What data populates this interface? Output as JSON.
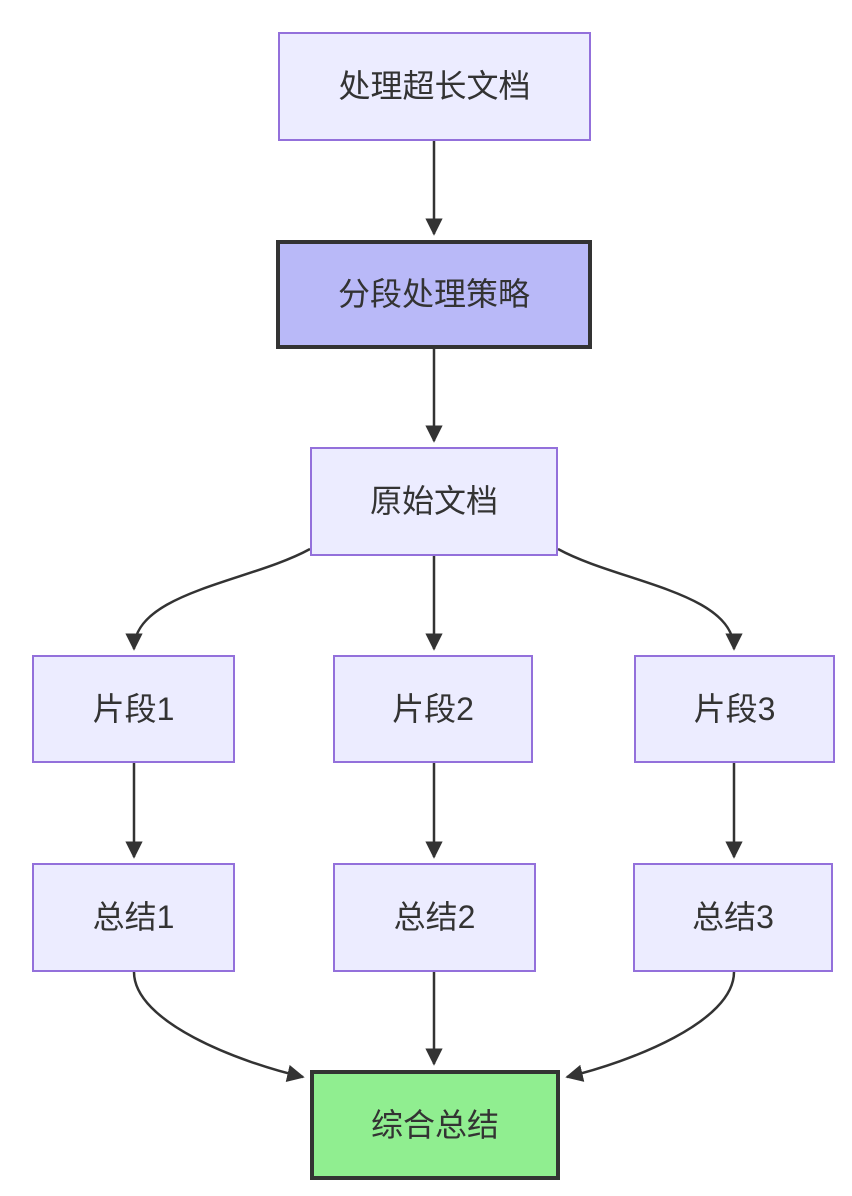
{
  "diagram": {
    "type": "flowchart",
    "direction": "top-down",
    "background_color": "#ffffff",
    "colors": {
      "default_node_fill": "#ececff",
      "default_node_border": "#9370db",
      "emphasis_node_fill": "#b9b9f8",
      "emphasis_node_border": "#333333",
      "final_node_fill": "#90ee90",
      "final_node_border": "#333333",
      "edge_color": "#333333",
      "text_color": "#333333"
    },
    "nodes": {
      "task": {
        "label": "处理超长文档",
        "style": "default"
      },
      "strategy": {
        "label": "分段处理策略",
        "style": "emphasis"
      },
      "source": {
        "label": "原始文档",
        "style": "default"
      },
      "chunk1": {
        "label": "片段1",
        "style": "default"
      },
      "chunk2": {
        "label": "片段2",
        "style": "default"
      },
      "chunk3": {
        "label": "片段3",
        "style": "default"
      },
      "summary1": {
        "label": "总结1",
        "style": "default"
      },
      "summary2": {
        "label": "总结2",
        "style": "default"
      },
      "summary3": {
        "label": "总结3",
        "style": "default"
      },
      "final": {
        "label": "综合总结",
        "style": "final"
      }
    },
    "edges": [
      {
        "from": "task",
        "to": "strategy"
      },
      {
        "from": "strategy",
        "to": "source"
      },
      {
        "from": "source",
        "to": "chunk1"
      },
      {
        "from": "source",
        "to": "chunk2"
      },
      {
        "from": "source",
        "to": "chunk3"
      },
      {
        "from": "chunk1",
        "to": "summary1"
      },
      {
        "from": "chunk2",
        "to": "summary2"
      },
      {
        "from": "chunk3",
        "to": "summary3"
      },
      {
        "from": "summary1",
        "to": "final"
      },
      {
        "from": "summary2",
        "to": "final"
      },
      {
        "from": "summary3",
        "to": "final"
      }
    ]
  }
}
